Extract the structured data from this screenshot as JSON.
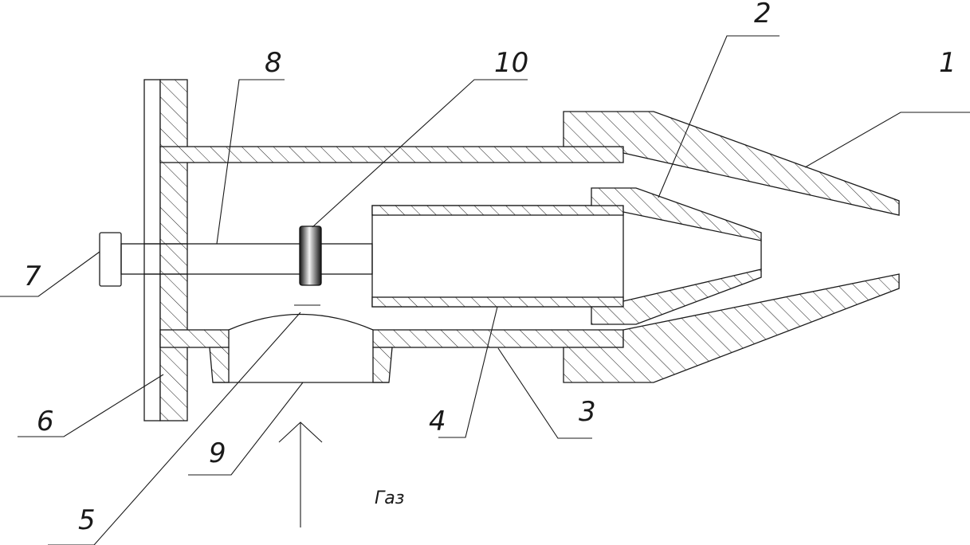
{
  "callouts": {
    "n1": "1",
    "n2": "2",
    "n3": "3",
    "n4": "4",
    "n5": "5",
    "n6": "6",
    "n7": "7",
    "n8": "8",
    "n9": "9",
    "n10": "10"
  },
  "flow_label": "Газ",
  "colors": {
    "line": "#1a1a1a",
    "background": "#ffffff"
  }
}
